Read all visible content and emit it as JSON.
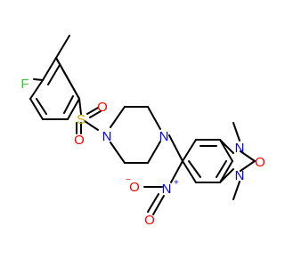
{
  "atoms": {
    "fluorine": {
      "label": "F",
      "color": "#33cc33"
    },
    "sulfur": {
      "label": "S",
      "color": "#c8a800"
    },
    "sulfonyl_oxygen_top": {
      "label": "O",
      "color": "#ff0000"
    },
    "sulfonyl_oxygen_bottom": {
      "label": "O",
      "color": "#ff0000"
    },
    "piperazine_nitrogen_left": {
      "label": "N",
      "color": "#0000ff"
    },
    "piperazine_nitrogen_right": {
      "label": "N",
      "color": "#0000ff"
    },
    "imidazolone_nitrogen_top": {
      "label": "N",
      "color": "#0000ff"
    },
    "imidazolone_nitrogen_bottom": {
      "label": "N",
      "color": "#0000ff"
    },
    "carbonyl_oxygen": {
      "label": "O",
      "color": "#ff0000"
    },
    "nitro_nitrogen": {
      "label": "N",
      "charge": "+",
      "color": "#0000ff"
    },
    "nitro_oxygen_anion": {
      "label": "O",
      "charge": "−",
      "color": "#ff0000"
    },
    "nitro_oxygen_double": {
      "label": "O",
      "color": "#ff0000"
    }
  }
}
